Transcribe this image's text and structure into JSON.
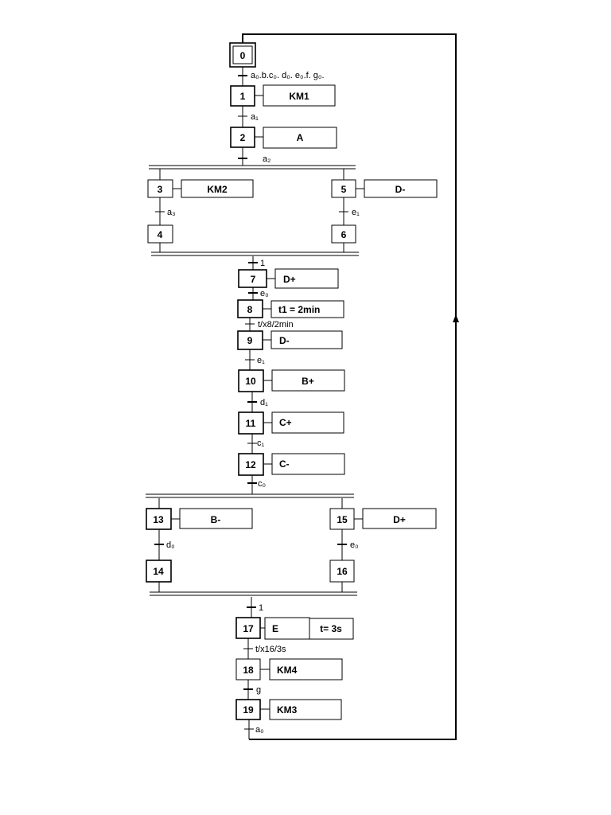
{
  "steps": {
    "s0": "0",
    "s1": "1",
    "s2": "2",
    "s3": "3",
    "s4": "4",
    "s5": "5",
    "s6": "6",
    "s7": "7",
    "s8": "8",
    "s9": "9",
    "s10": "10",
    "s11": "11",
    "s12": "12",
    "s13": "13",
    "s14": "14",
    "s15": "15",
    "s16": "16",
    "s17": "17",
    "s18": "18",
    "s19": "19"
  },
  "actions": {
    "a1": "KM1",
    "a2": "A",
    "a3": "KM2",
    "a5": "D-",
    "a7": "D+",
    "a8": "t1 = 2min",
    "a9": "D-",
    "a10": "B+",
    "a11": "C+",
    "a12": "C-",
    "a13": "B-",
    "a15": "D+",
    "a17a": "E",
    "a17b": "t= 3s",
    "a18": "KM4",
    "a19": "KM3"
  },
  "conditions": {
    "t0_1": "a₀.b.c₀. d₀. e₀.f. g₀.",
    "t1_2": "a₁",
    "t2_div": "a₂",
    "t3_4": "a₃",
    "t5_6": "e₁",
    "t_conv1": "1",
    "t7_8": "e₀",
    "t8_9": "t/x8/2min",
    "t9_10": "e₁",
    "t10_11": "d₁",
    "t11_12": "c₁",
    "t12_div": "c₀",
    "t13_14": "d₀",
    "t15_16": "e₀",
    "t_conv2": "1",
    "t17_18": "t/x16/3s",
    "t18_19": "g",
    "t19_0": "a₀"
  }
}
